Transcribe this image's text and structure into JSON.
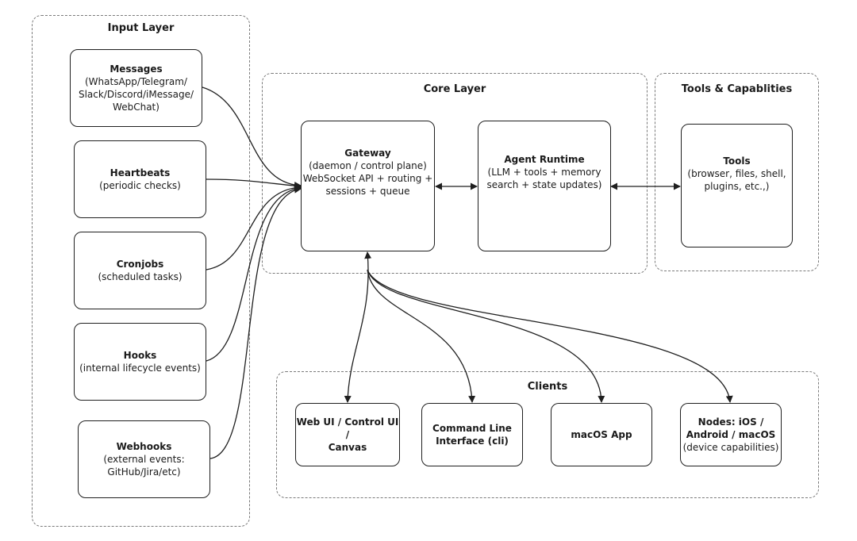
{
  "groups": {
    "input": "Input Layer",
    "core": "Core Layer",
    "tools": "Tools & Capablities",
    "clients": "Clients"
  },
  "nodes": {
    "messages": {
      "title": "Messages",
      "sub": "(WhatsApp/Telegram/\nSlack/Discord/iMessage/\nWebChat)"
    },
    "heartbeats": {
      "title": "Heartbeats",
      "sub": "(periodic checks)"
    },
    "cronjobs": {
      "title": "Cronjobs",
      "sub": "(scheduled tasks)"
    },
    "hooks": {
      "title": "Hooks",
      "sub": "(internal lifecycle events)"
    },
    "webhooks": {
      "title": "Webhooks",
      "sub": "(external events:\nGitHub/Jira/etc)"
    },
    "gateway": {
      "title": "Gateway",
      "sub": "(daemon / control plane)\nWebSocket API + routing +\nsessions + queue"
    },
    "agent": {
      "title": "Agent Runtime",
      "sub": "(LLM + tools + memory\nsearch + state updates)"
    },
    "tools": {
      "title": "Tools",
      "sub": "(browser, files, shell,\nplugins, etc.,)"
    },
    "webui": {
      "title": "Web UI / Control UI /\nCanvas",
      "sub": ""
    },
    "cli": {
      "title": "Command Line\nInterface (cli)",
      "sub": ""
    },
    "macos": {
      "title": "macOS App",
      "sub": ""
    },
    "nodes": {
      "title": "Nodes: iOS /\nAndroid / macOS",
      "sub": "(device capabilities)"
    }
  }
}
